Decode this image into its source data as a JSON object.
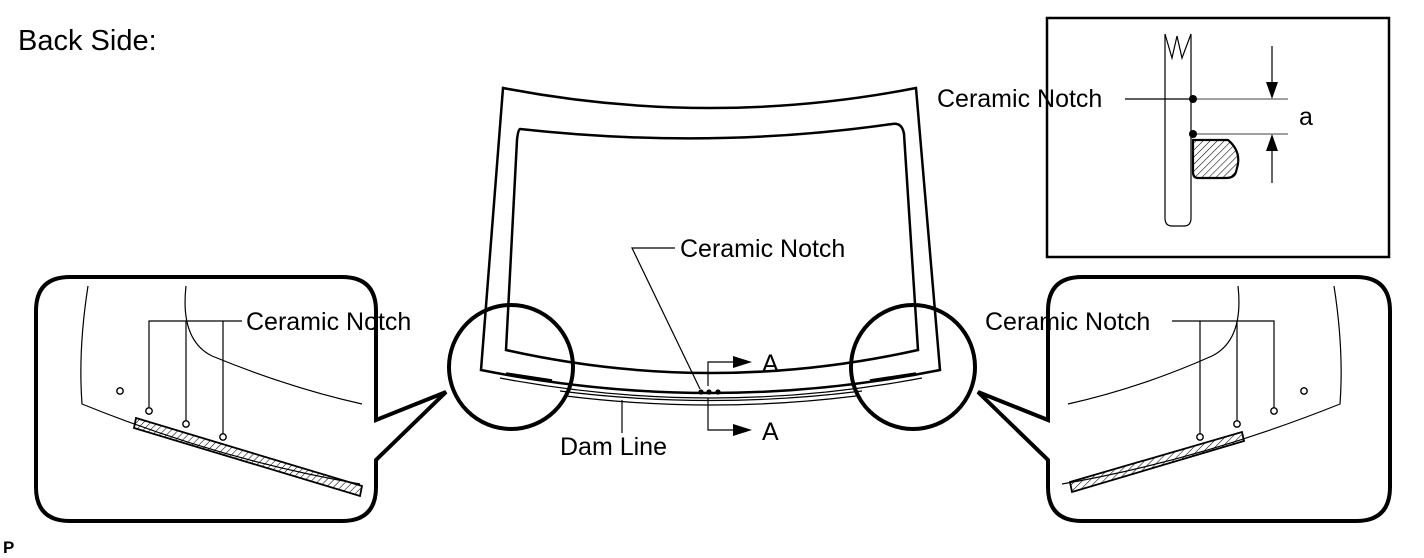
{
  "title": "Back Side:",
  "labels": {
    "ceramic_notch": "Ceramic Notch",
    "dam_line": "Dam Line",
    "section_marker": "A",
    "dimension": "a"
  },
  "figure_code": "P",
  "icons": {
    "section_arrow": "arrow-right-icon",
    "dimension_arrow": "arrow-head-icon"
  }
}
